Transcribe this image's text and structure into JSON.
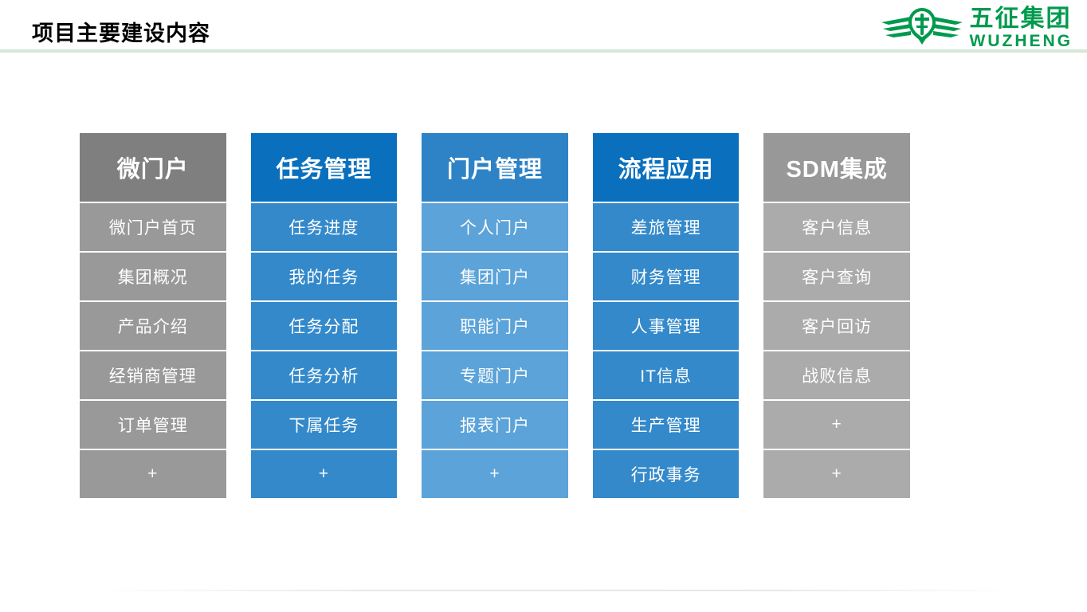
{
  "header": {
    "title": "项目主要建设内容",
    "accent_line_color": "#d7e7d6"
  },
  "logo": {
    "name_cn": "五征集团",
    "name_en": "WUZHENG",
    "brand_color": "#009a4e"
  },
  "columns": [
    {
      "title": "微门户",
      "header_color": "#7f7f7f",
      "item_color": "#999999",
      "items": [
        "微门户首页",
        "集团概况",
        "产品介绍",
        "经销商管理",
        "订单管理",
        "+"
      ]
    },
    {
      "title": "任务管理",
      "header_color": "#0a70bd",
      "item_color": "#3389ca",
      "items": [
        "任务进度",
        "我的任务",
        "任务分配",
        "任务分析",
        "下属任务",
        "+"
      ]
    },
    {
      "title": "门户管理",
      "header_color": "#2e83c6",
      "item_color": "#5ba3d9",
      "items": [
        "个人门户",
        "集团门户",
        "职能门户",
        "专题门户",
        "报表门户",
        "+"
      ]
    },
    {
      "title": "流程应用",
      "header_color": "#0a70bd",
      "item_color": "#3389ca",
      "items": [
        "差旅管理",
        "财务管理",
        "人事管理",
        "IT信息",
        "生产管理",
        "行政事务"
      ]
    },
    {
      "title": "SDM集成",
      "header_color": "#989898",
      "item_color": "#ababab",
      "items": [
        "客户信息",
        "客户查询",
        "客户回访",
        "战败信息",
        "+",
        "+"
      ]
    }
  ]
}
